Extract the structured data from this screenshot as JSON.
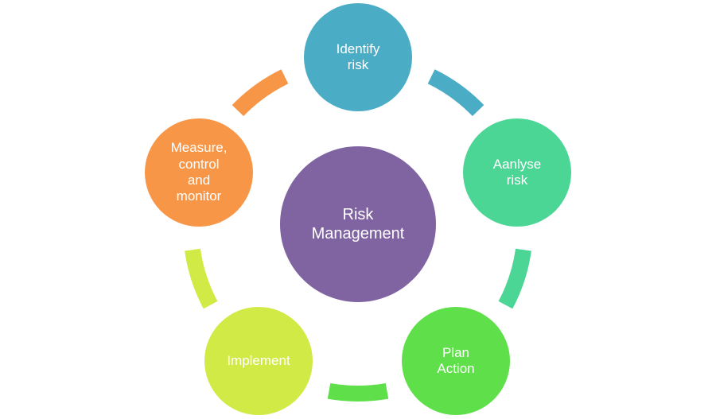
{
  "diagram": {
    "center": {
      "label": "Risk\nManagement",
      "color": "#8064a2"
    },
    "steps": [
      {
        "label": "Identify\nrisk",
        "color": "#4bacc6"
      },
      {
        "label": "Aanlyse\nrisk",
        "color": "#4bd695"
      },
      {
        "label": "Plan\nAction",
        "color": "#5fe04a"
      },
      {
        "label": "Implement",
        "color": "#d2ea45"
      },
      {
        "label": "Measure,\ncontrol\nand\nmonitor",
        "color": "#f79646"
      }
    ]
  }
}
